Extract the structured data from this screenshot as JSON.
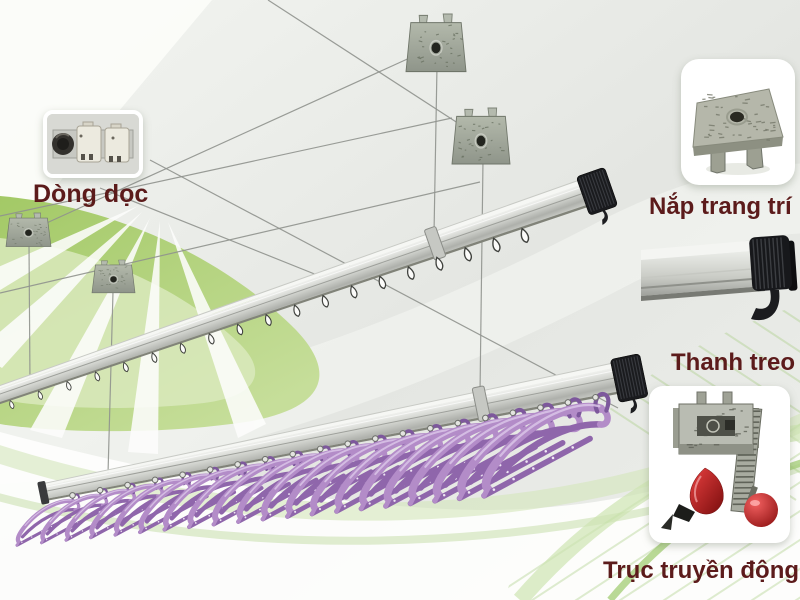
{
  "image_type": "labeled-product-diagram",
  "labels": {
    "pulley": "Dòng dọc",
    "decorative_cap": "Nắp trang trí",
    "hanging_bar": "Thanh treo",
    "drive_shaft": "Trục truyền động"
  },
  "colors": {
    "label_text": "#5c1b1b",
    "cable": "#90938e",
    "hanger_main": "#b38cc8",
    "hanger_shadow": "#8f66ab",
    "hanger_highlight": "#d9c4e8",
    "hanger_hook": "#7d589c",
    "rail_cap_black": "#1a1b1e",
    "mount_plate": "#aab0a2",
    "knob_red": "#b61616",
    "swoosh_green": "#a3c966"
  },
  "product": {
    "hanger_count": 20,
    "upper_rail_hook_holes": 19,
    "ceiling_mount_count": 4,
    "rail_count": 2
  }
}
